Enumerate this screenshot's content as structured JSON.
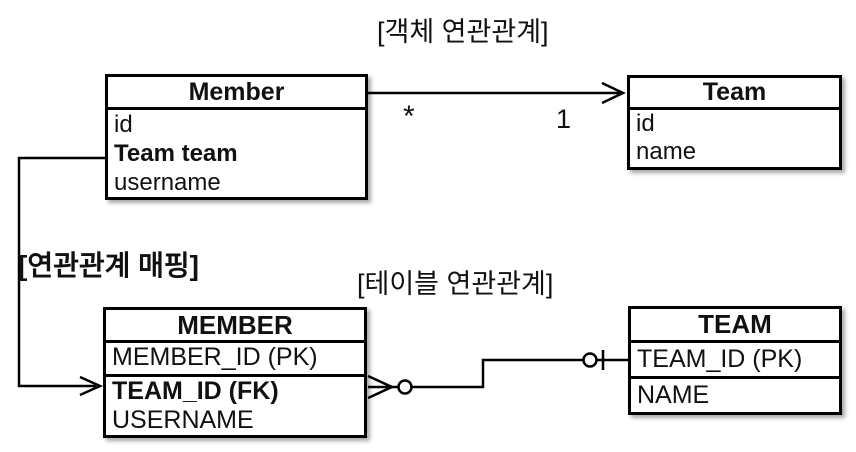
{
  "titles": {
    "object_association": "[객체 연관관계]",
    "mapping": "[연관관계 매핑]",
    "table_association": "[테이블 연관관계]"
  },
  "object_diagram": {
    "member": {
      "title": "Member",
      "fields": [
        {
          "label": "id",
          "bold": false
        },
        {
          "label": "Team team",
          "bold": true
        },
        {
          "label": "username",
          "bold": false
        }
      ]
    },
    "team": {
      "title": "Team",
      "fields": [
        {
          "label": "id",
          "bold": false
        },
        {
          "label": "name",
          "bold": false
        }
      ]
    },
    "association": {
      "many_multiplicity": "*",
      "one_multiplicity": "1",
      "direction": "Member to Team"
    }
  },
  "table_diagram": {
    "member": {
      "title": "MEMBER",
      "pk_row": "MEMBER_ID (PK)",
      "fields": [
        {
          "label": "TEAM_ID (FK)",
          "bold": true
        },
        {
          "label": "USERNAME",
          "bold": false
        }
      ]
    },
    "team": {
      "title": "TEAM",
      "pk_row": "TEAM_ID (PK)",
      "fields": [
        {
          "label": "NAME",
          "bold": false
        }
      ]
    }
  },
  "colors": {
    "line": "#000000",
    "background": "#ffffff",
    "box_fill": "#ffffff",
    "text": "#111111"
  }
}
